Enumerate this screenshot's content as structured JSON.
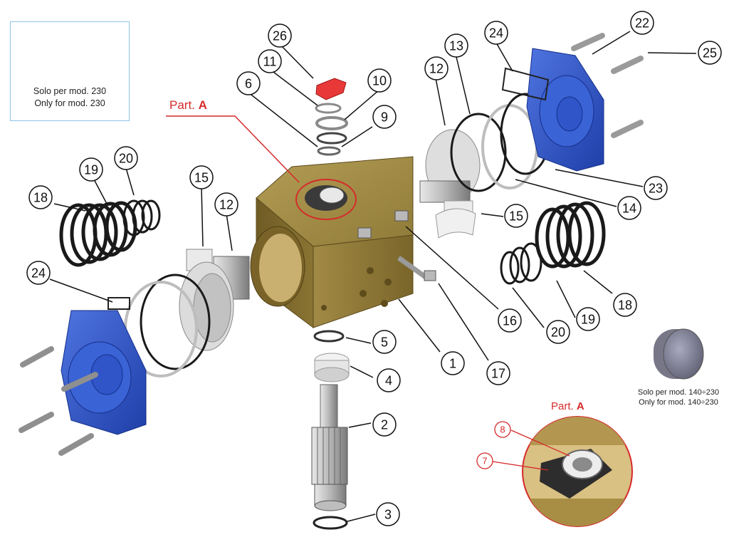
{
  "inset_spring": {
    "caption_it": "Solo per mod. 230",
    "caption_en": "Only for mod. 230"
  },
  "inset_disc": {
    "caption_it": "Solo per mod. 140÷230",
    "caption_en": "Only for mod. 140÷230"
  },
  "part_a": {
    "prefix": "Part.",
    "letter": "A"
  },
  "detail_a": {
    "prefix": "Part.",
    "letter": "A",
    "labels": [
      "8",
      "7"
    ]
  },
  "callouts": [
    "26",
    "11",
    "10",
    "6",
    "9",
    "12",
    "13",
    "24",
    "22",
    "25",
    "19",
    "20",
    "18",
    "15",
    "12",
    "23",
    "14",
    "15",
    "16",
    "18",
    "19",
    "20",
    "24",
    "1",
    "17",
    "5",
    "4",
    "2",
    "3"
  ],
  "colors": {
    "body_bronze": "#8a7433",
    "cap_blue": "#2f55c9",
    "accent_red": "#d62a2a",
    "spring_black": "#1a1a1a",
    "inset_border": "#8fc3e6"
  }
}
